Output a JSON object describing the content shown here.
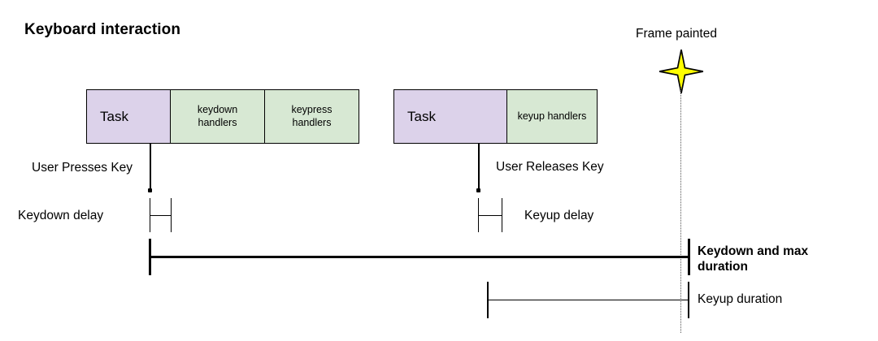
{
  "diagram": {
    "title": "Keyboard interaction",
    "colors": {
      "task_fill": "#dcd2ea",
      "handler_fill": "#d7e8d3",
      "stroke": "#000000",
      "star_fill": "#ffff00",
      "dotted_line": "#555555"
    },
    "frame_marker": {
      "label": "Frame painted",
      "icon": "four-point-star-icon"
    },
    "tracks": [
      {
        "name": "keydown-track",
        "segments": [
          {
            "label": "Task",
            "type": "task"
          },
          {
            "label": "keydown handlers",
            "type": "handler"
          },
          {
            "label": "keypress handlers",
            "type": "handler"
          }
        ]
      },
      {
        "name": "keyup-track",
        "segments": [
          {
            "label": "Task",
            "type": "task"
          },
          {
            "label": "keyup handlers",
            "type": "handler"
          }
        ]
      }
    ],
    "events": [
      {
        "name": "user-presses-key",
        "label": "User Presses Key"
      },
      {
        "name": "user-releases-key",
        "label": "User Releases Key"
      }
    ],
    "measures": [
      {
        "name": "keydown-delay",
        "label": "Keydown delay",
        "emphasis": "normal"
      },
      {
        "name": "keyup-delay",
        "label": "Keyup delay",
        "emphasis": "normal"
      },
      {
        "name": "keydown-and-max-duration",
        "label": "Keydown and max duration",
        "emphasis": "bold"
      },
      {
        "name": "keyup-duration",
        "label": "Keyup duration",
        "emphasis": "normal"
      }
    ]
  }
}
